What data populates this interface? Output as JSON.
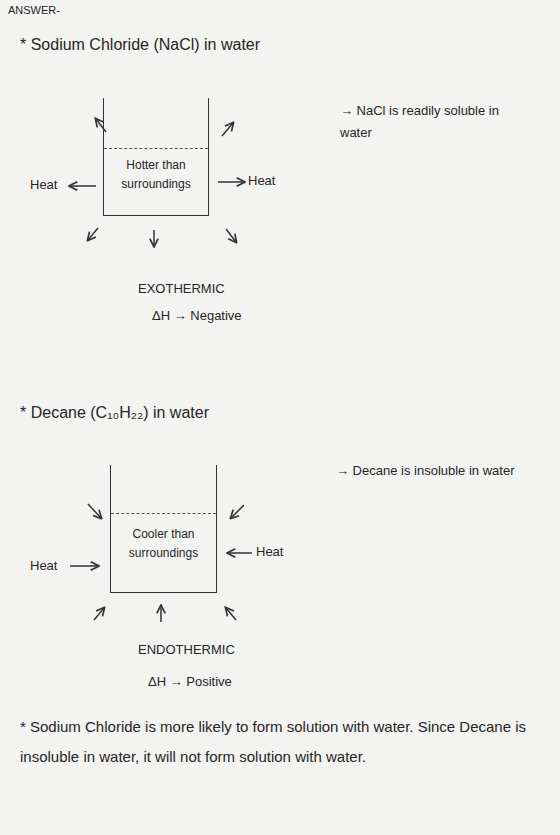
{
  "diagram": {
    "title": "ANSWER-",
    "nodes": [
      {
        "text": [
          "Hotter than surroundings"
        ]
      },
      {
        "text": [
          "Cooler than surroundings"
        ]
      }
    ],
    "labels": [
      "* Sodium Chloride (NaCl) in water",
      "Heat",
      "Heat",
      "→ NaCl is readily soluble in water",
      "EXOTHERMIC",
      "ΔH → Negative",
      "* Decane (C₁₀H₂₂) in water",
      "Heat",
      "Heat",
      "→ Decane is insoluble in water",
      "ENDOTHERMIC",
      "ΔH → Positive",
      "* Sodium Chloride is more likely to form solution with water. Since Decane is insoluble in water, it will not form solution with water."
    ]
  }
}
